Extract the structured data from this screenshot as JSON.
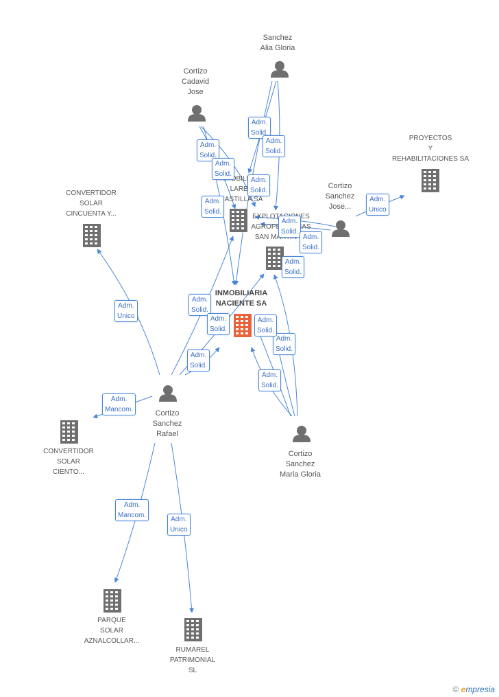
{
  "colors": {
    "edge": "#4a86d8",
    "node": "#6f6f6f",
    "focus": "#e8633a"
  },
  "nodes": [
    {
      "id": "sanchez_alia",
      "kind": "person",
      "label": "Sanchez\nAlia Gloria",
      "icon": "person-icon"
    },
    {
      "id": "cortizo_cadavid",
      "kind": "person",
      "label": "Cortizo\nCadavid\nJose",
      "icon": "person-icon"
    },
    {
      "id": "proyectos",
      "kind": "company",
      "label": "PROYECTOS\nY\nREHABILITACIONES SA",
      "icon": "building-icon"
    },
    {
      "id": "cortizo_sanchez_jose",
      "kind": "person",
      "label": "Cortizo\nSanchez\nJose...",
      "icon": "person-icon"
    },
    {
      "id": "convertidor_cincuenta",
      "kind": "company",
      "label": "CONVERTIDOR\nSOLAR\nCINCUENTA Y...",
      "icon": "building-icon"
    },
    {
      "id": "inmobiliaria_lares",
      "kind": "company",
      "label": "INMOBILIARIA\nLARES\nCASTILLA SA",
      "icon": "building-icon"
    },
    {
      "id": "explotaciones",
      "kind": "company",
      "label": "EXPLOTACIONES\nAGROPECUARIAS\nSAN MARTIN SL",
      "icon": "building-icon"
    },
    {
      "id": "inmobiliaria_naciente",
      "kind": "focus",
      "label": "INMOBILIARIA\nNACIENTE SA",
      "icon": "building-icon"
    },
    {
      "id": "cortizo_sanchez_rafael",
      "kind": "person",
      "label": "Cortizo\nSanchez\nRafael",
      "icon": "person-icon"
    },
    {
      "id": "cortizo_sanchez_maria",
      "kind": "person",
      "label": "Cortizo\nSanchez\nMaria Gloria",
      "icon": "person-icon"
    },
    {
      "id": "convertidor_ciento",
      "kind": "company",
      "label": "CONVERTIDOR\nSOLAR\nCIENTO...",
      "icon": "building-icon"
    },
    {
      "id": "parque_solar",
      "kind": "company",
      "label": "PARQUE\nSOLAR\nAZNALCOLLAR...",
      "icon": "building-icon"
    },
    {
      "id": "rumarel",
      "kind": "company",
      "label": "RUMAREL\nPATRIMONIAL\nSL",
      "icon": "building-icon"
    }
  ],
  "edges": [
    {
      "from": "sanchez_alia",
      "to": "inmobiliaria_lares",
      "label": "Adm.\nSolid."
    },
    {
      "from": "sanchez_alia",
      "to": "explotaciones",
      "label": "Adm.\nSolid."
    },
    {
      "from": "sanchez_alia",
      "to": "inmobiliaria_naciente",
      "label": "Adm.\nSolid."
    },
    {
      "from": "cortizo_cadavid",
      "to": "inmobiliaria_lares",
      "label": "Adm.\nSolid."
    },
    {
      "from": "cortizo_cadavid",
      "to": "explotaciones",
      "label": "Adm.\nSolid."
    },
    {
      "from": "cortizo_cadavid",
      "to": "inmobiliaria_naciente",
      "label": "Adm.\nSolid."
    },
    {
      "from": "cortizo_sanchez_jose",
      "to": "proyectos",
      "label": "Adm.\nUnico"
    },
    {
      "from": "cortizo_sanchez_jose",
      "to": "inmobiliaria_lares",
      "label": "Adm.\nSolid."
    },
    {
      "from": "cortizo_sanchez_jose",
      "to": "explotaciones",
      "label": "Adm.\nSolid."
    },
    {
      "from": "cortizo_sanchez_rafael",
      "to": "convertidor_cincuenta",
      "label": "Adm.\nUnico"
    },
    {
      "from": "cortizo_sanchez_rafael",
      "to": "inmobiliaria_lares",
      "label": "Adm.\nSolid."
    },
    {
      "from": "cortizo_sanchez_rafael",
      "to": "explotaciones",
      "label": "Adm.\nSolid."
    },
    {
      "from": "cortizo_sanchez_rafael",
      "to": "inmobiliaria_naciente",
      "label": "Adm.\nSolid."
    },
    {
      "from": "cortizo_sanchez_rafael",
      "to": "convertidor_ciento",
      "label": "Adm.\nMancom."
    },
    {
      "from": "cortizo_sanchez_rafael",
      "to": "parque_solar",
      "label": "Adm.\nMancom."
    },
    {
      "from": "cortizo_sanchez_rafael",
      "to": "rumarel",
      "label": "Adm.\nUnico"
    },
    {
      "from": "cortizo_sanchez_maria",
      "to": "explotaciones",
      "label": "Adm.\nSolid."
    },
    {
      "from": "cortizo_sanchez_maria",
      "to": "inmobiliaria_naciente",
      "label": "Adm.\nSolid."
    },
    {
      "from": "cortizo_sanchez_maria",
      "to": "inmobiliaria_naciente",
      "label": "Adm.\nSolid."
    },
    {
      "from": "cortizo_sanchez_maria",
      "to": "inmobiliaria_lares",
      "label": "Adm.\nSolid."
    }
  ],
  "footer": {
    "copyright": "©",
    "brand_e": "e",
    "brand_rest": "mpresia"
  }
}
